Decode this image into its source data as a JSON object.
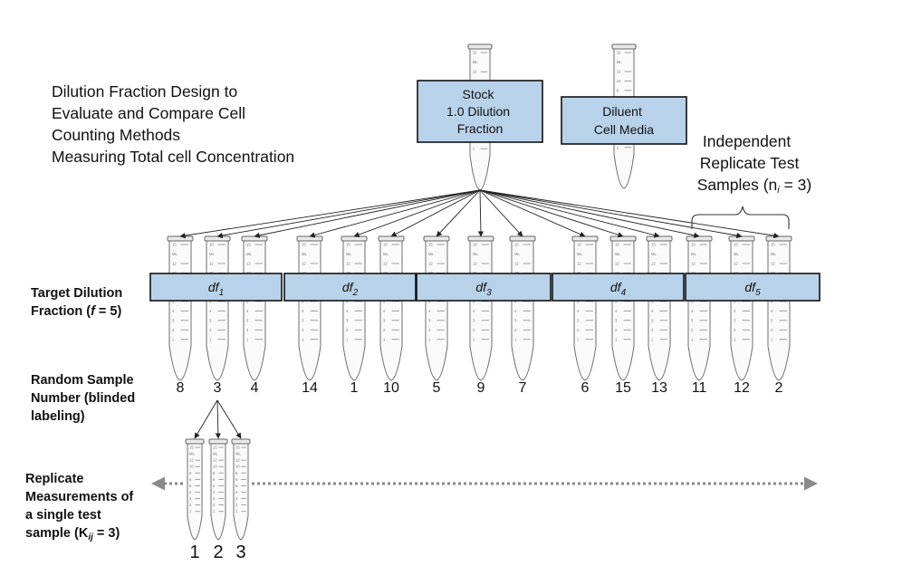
{
  "title_lines": [
    "Dilution Fraction Design to",
    "Evaluate and Compare Cell",
    "Counting Methods",
    "Measuring Total cell Concentration"
  ],
  "stock_box": [
    "Stock",
    "1.0 Dilution",
    "Fraction"
  ],
  "diluent_box": [
    "Diluent",
    "Cell Media"
  ],
  "replicate_label": {
    "line1": "Independent",
    "line2": "Replicate Test",
    "line3_prefix": "Samples (n",
    "line3_sub": "i",
    "line3_suffix": " = 3)"
  },
  "left_labels": {
    "target_dilution": {
      "line1": "Target Dilution",
      "line2_prefix": "Fraction (",
      "line2_italic": "f",
      "line2_suffix": " = 5)"
    },
    "random_sample": [
      "Random Sample",
      "Number (blinded",
      "labeling)"
    ],
    "replicate_measurements": {
      "line1": "Replicate",
      "line2": "Measurements of",
      "line3": "a single test",
      "line4_prefix": "sample (K",
      "line4_sub": "ij",
      "line4_suffix": " = 3)"
    }
  },
  "dilution_boxes": [
    {
      "base": "df",
      "sub": "1"
    },
    {
      "base": "df",
      "sub": "2"
    },
    {
      "base": "df",
      "sub": "3"
    },
    {
      "base": "df",
      "sub": "4"
    },
    {
      "base": "df",
      "sub": "5"
    }
  ],
  "sample_numbers": [
    "8",
    "3",
    "4",
    "14",
    "1",
    "10",
    "5",
    "9",
    "7",
    "6",
    "15",
    "13",
    "11",
    "12",
    "2"
  ],
  "measurement_numbers": [
    "1",
    "2",
    "3"
  ],
  "tube_graduations": [
    "15",
    "ML",
    "12",
    "10",
    "8",
    "6",
    "5",
    "4",
    "3",
    "2",
    "1"
  ]
}
